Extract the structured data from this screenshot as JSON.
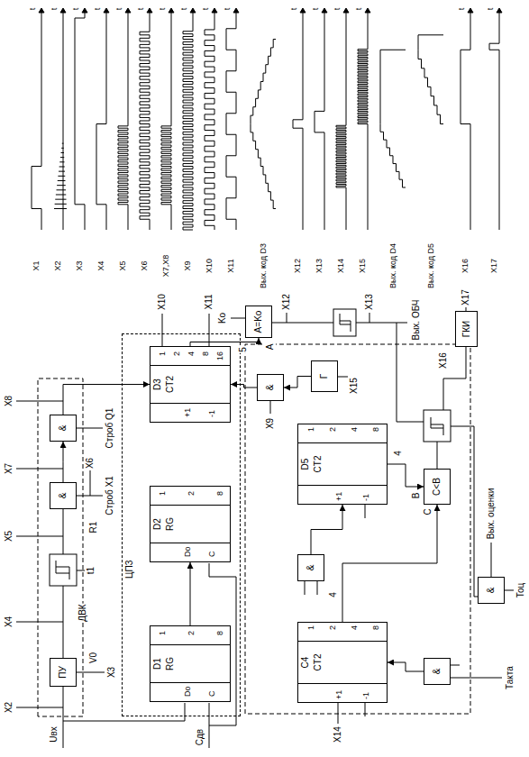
{
  "diagram": {
    "nodes": [
      {
        "text": [
          "ПУ"
        ]
      },
      {
        "text": [
          "&"
        ]
      },
      {
        "text": [
          "&"
        ]
      },
      {
        "text": [
          "ЦПЗ"
        ]
      },
      {
        "text": [
          "D1",
          "RG",
          "Do",
          "C",
          "1",
          "2",
          "8"
        ],
        "in": 3
      },
      {
        "text": [
          "D2",
          "RG",
          "Do",
          "C",
          "1",
          "2",
          "8"
        ],
        "in": 3
      },
      {
        "text": [
          "D3",
          "CT2",
          "+1",
          "-1",
          "1",
          "2",
          "4",
          "8",
          "16"
        ],
        "in": 3
      },
      {
        "text": [
          "A=Ko"
        ]
      },
      {
        "text": [
          "&"
        ]
      },
      {
        "text": [
          "Г"
        ]
      },
      {
        "text": [
          "C4",
          "CT2",
          "+1",
          "-1",
          "1",
          "2",
          "4",
          "8"
        ]
      },
      {
        "text": [
          "&"
        ]
      },
      {
        "text": [
          "D5",
          "CT2",
          "+1",
          "-1",
          "1",
          "2",
          "4",
          "8"
        ]
      },
      {
        "text": [
          "&"
        ]
      },
      {
        "text": [
          "C<B"
        ]
      },
      {
        "text": [
          "ГКИ"
        ]
      },
      {
        "text": [
          "&"
        ]
      }
    ],
    "edges": [
      {
        "from": 1,
        "to": 2,
        "arrow": "to"
      },
      {
        "from": 2,
        "to": 6,
        "arrow": "to"
      },
      {
        "from": 4,
        "to": 5,
        "arrow": "to"
      },
      {
        "from": 6,
        "to": 7,
        "arrow": "to"
      },
      {
        "from": 8,
        "to": 6,
        "arrow": "to"
      },
      {
        "from": 9,
        "to": 8,
        "arrow": "to"
      },
      {
        "from": 11,
        "to": 12,
        "arrow": "to"
      },
      {
        "from": 13,
        "to": 10,
        "arrow": "to"
      },
      {
        "from": 10,
        "to": 14,
        "arrow": "to"
      },
      {
        "from": 12,
        "to": 14,
        "arrow": "to"
      }
    ],
    "labels": [
      "X2",
      "Uвх",
      "V0",
      "X3",
      "X4",
      "ДВК",
      "t1",
      "X5",
      "R1",
      "Строб X1",
      "X6",
      "X7",
      "Строб Q1",
      "X8",
      "Сдв",
      "X10",
      "X11",
      "5",
      "Ko",
      "A",
      "X9",
      "X12",
      "X13",
      "Вых. ОБЧ",
      "X16",
      "X17",
      "X15",
      "X14",
      "4",
      "4",
      "C",
      "B",
      "Вых. оценки",
      "Тоц",
      "Такта",
      "X1",
      "X2",
      "X3",
      "X4",
      "X5",
      "X6",
      "X7,X8",
      "X9",
      "X10",
      "X11",
      "Вых. код D3",
      "X12",
      "X13",
      "X14",
      "X15",
      "Вых. код D4",
      "Вых. код D5",
      "X16",
      "X17",
      "t",
      "t",
      "t",
      "t",
      "t",
      "t",
      "t",
      "t",
      "t",
      "t",
      "t",
      "t",
      "t",
      "t",
      "t",
      "t"
    ]
  }
}
